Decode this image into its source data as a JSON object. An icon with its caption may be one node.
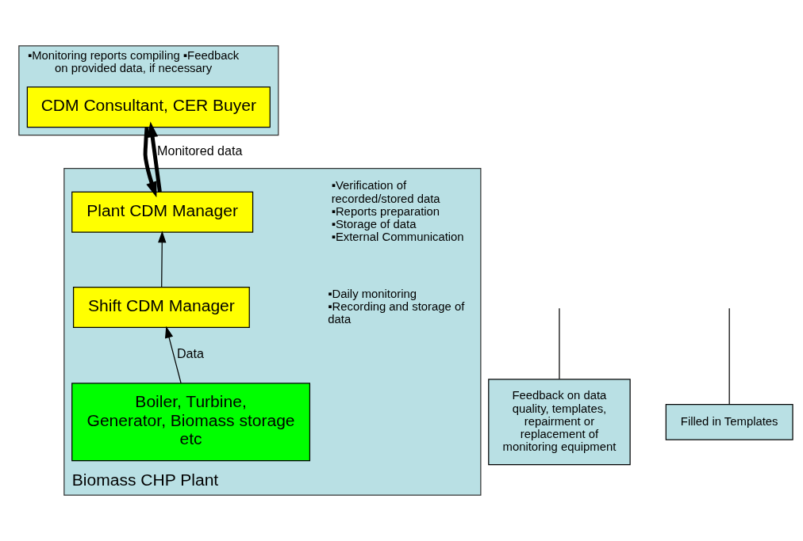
{
  "diagram": {
    "nodes": [
      {
        "text": [
          "▪Monitoring reports compiling ▪Feedback on provided data, if necessary"
        ]
      },
      {
        "text": [
          "CDM Consultant, CER Buyer"
        ],
        "in": 0
      },
      {
        "text": [
          "Biomass CHP Plant"
        ]
      },
      {
        "text": [
          "Plant CDM Manager"
        ],
        "in": 2,
        "beside": [
          "▪Verification of recorded/stored data",
          "▪Reports preparation",
          "▪Storage of data",
          "▪External Communication"
        ]
      },
      {
        "text": [
          "Shift CDM Manager"
        ],
        "in": 2,
        "beside": [
          "▪Daily monitoring",
          "▪Recording and storage of data"
        ]
      },
      {
        "text": [
          "Boiler, Turbine, Generator, Biomass storage etc"
        ],
        "in": 2
      },
      {
        "text": [
          "Feedback on data quality, templates, repairment or replacement of monitoring equipment"
        ]
      },
      {
        "text": [
          "Filled in Templates"
        ]
      }
    ],
    "edges": [
      {
        "from": 3,
        "to": 1,
        "arrow": "to",
        "label": "Monitored data",
        "style": "thick"
      },
      {
        "from": 1,
        "to": 3,
        "arrow": "to",
        "style": "thick"
      },
      {
        "from": 4,
        "to": 3,
        "arrow": "to"
      },
      {
        "from": 5,
        "to": 4,
        "arrow": "to",
        "label": "Data"
      },
      {
        "from": 6,
        "to": null,
        "arrow": "none"
      },
      {
        "from": 7,
        "to": null,
        "arrow": "none"
      }
    ]
  }
}
